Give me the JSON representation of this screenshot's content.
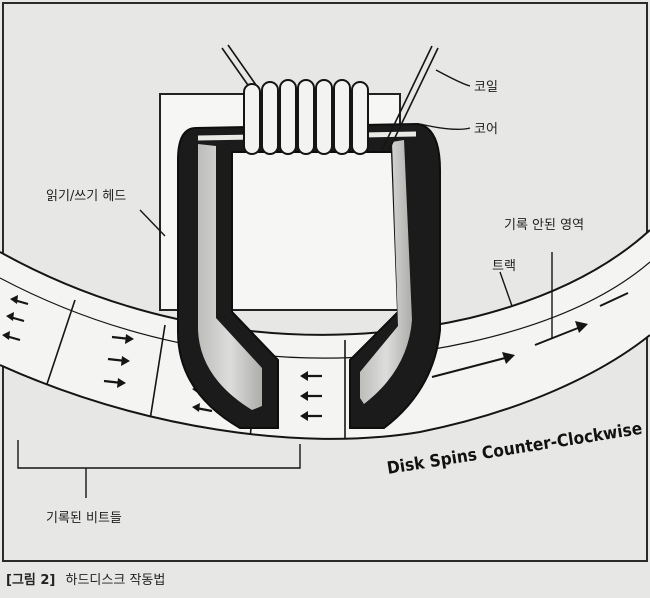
{
  "labels": {
    "coil": "코일",
    "core": "코어",
    "read_write_head": "읽기/쓰기 헤드",
    "unrecorded_area": "기록 안된 영역",
    "track": "트랙",
    "recorded_bits": "기록된 비트들",
    "disk_spin": "Disk Spins Counter-Clockwise"
  },
  "caption": {
    "number": "[그림 2]",
    "title": "하드디스크 작동법"
  },
  "colors": {
    "ink": "#151515",
    "paper": "#e7e7e5",
    "track_fill": "#f4f4f2",
    "core_body": "#1b1b1b"
  }
}
